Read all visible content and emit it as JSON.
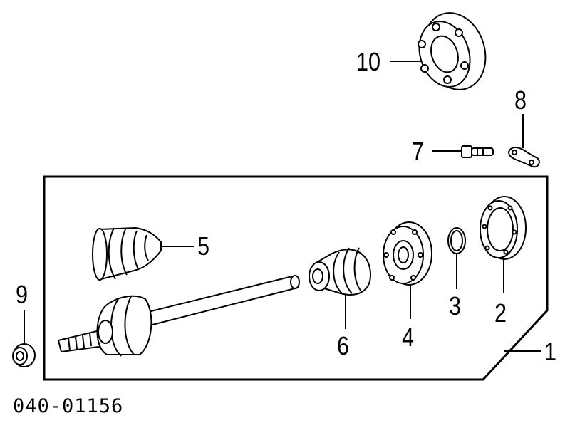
{
  "callouts": {
    "c1": "1",
    "c2": "2",
    "c3": "3",
    "c4": "4",
    "c5": "5",
    "c6": "6",
    "c7": "7",
    "c8": "8",
    "c9": "9",
    "c10": "10"
  },
  "drawing_code": "040-01156",
  "colors": {
    "ink": "#000000",
    "paper": "#ffffff"
  }
}
